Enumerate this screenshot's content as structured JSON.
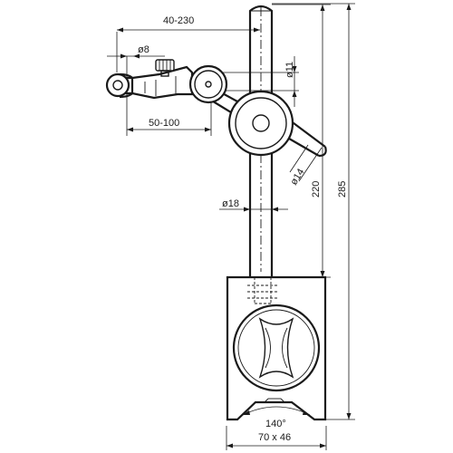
{
  "drawing": {
    "dimensions": {
      "reach": "40-230",
      "clamp_diameter": "ø8",
      "arm_length": "50-100",
      "joint_diameter": "ø11",
      "crossbar_diameter": "ø14",
      "column_diameter": "ø18",
      "column_height": "220",
      "total_height": "285",
      "prism_angle": "140°",
      "base_size": "70 x 46"
    }
  }
}
